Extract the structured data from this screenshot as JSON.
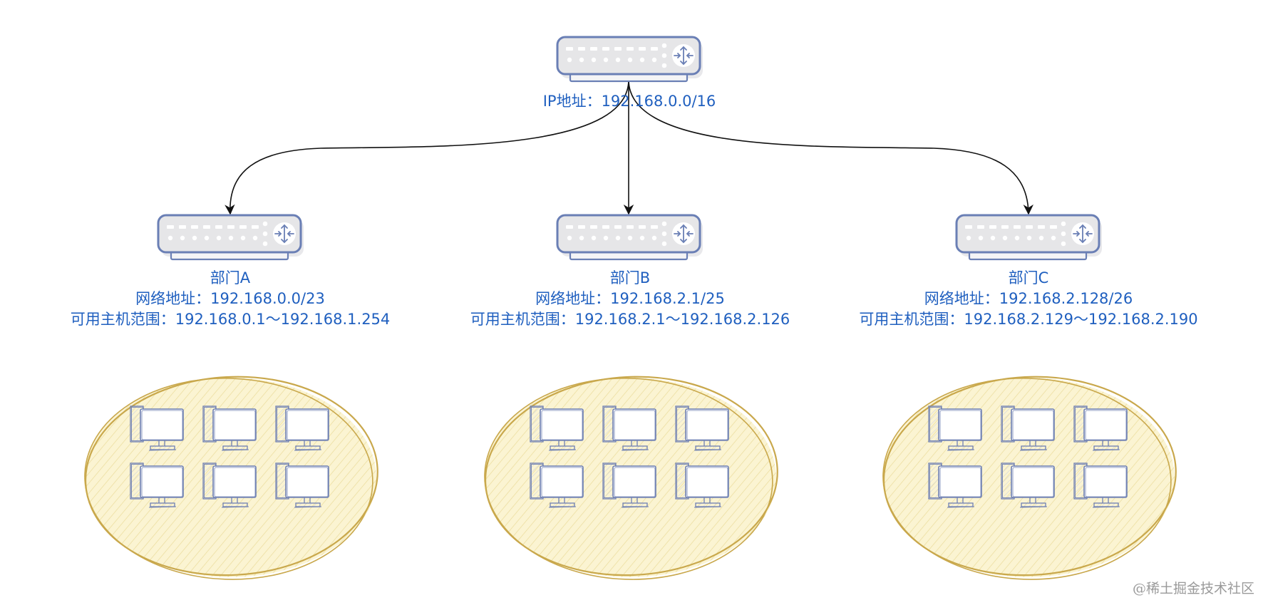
{
  "core_router": {
    "label": "IP地址：192.168.0.0/16"
  },
  "departments": [
    {
      "name": "部门A",
      "network": "网络地址：192.168.0.0/23",
      "host_range": "可用主机范围：192.168.0.1～192.168.1.254"
    },
    {
      "name": "部门B",
      "network": "网络地址：192.168.2.1/25",
      "host_range": "可用主机范围：192.168.2.1～192.168.2.126"
    },
    {
      "name": "部门C",
      "network": "网络地址：192.168.2.128/26",
      "host_range": "可用主机范围：192.168.2.129～192.168.2.190"
    }
  ],
  "watermark": "@稀土掘金技术社区",
  "colors": {
    "label": "#1f5fbf",
    "router_fill": "#e6e6e8",
    "router_stroke": "#6a7fb5",
    "cluster_fill": "#fbf4d2",
    "cluster_stroke": "#c9a84c",
    "computer_stroke": "#6f80b3",
    "arrow": "#111111"
  },
  "icons": {
    "router": "router-icon",
    "computer": "desktop-computer-icon"
  },
  "computers_per_department": 6
}
